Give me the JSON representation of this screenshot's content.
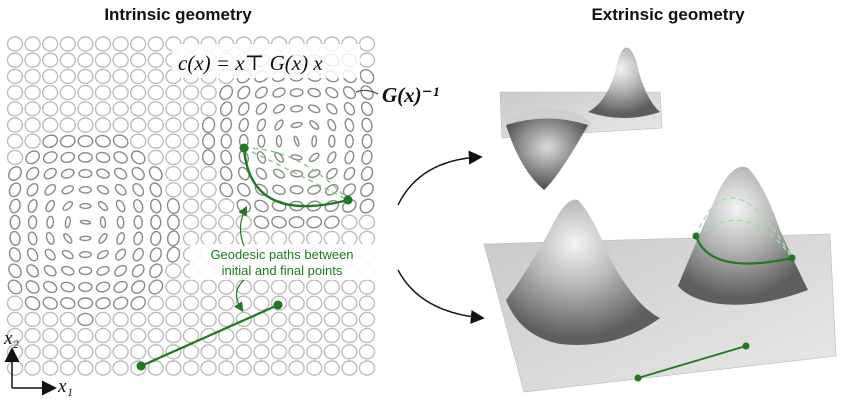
{
  "left_panel": {
    "title": "Intrinsic geometry",
    "cost_label": "c(x) = x⊤ G(x) x",
    "metric_label": "G(x)⁻¹",
    "annotation_line1": "Geodesic paths between",
    "annotation_line2": "initial and final points",
    "axis_x_label": "x₁",
    "axis_y_label": "x₂"
  },
  "right_panel": {
    "title": "Extrinsic geometry"
  },
  "colors": {
    "path_green": "#1f7a1f",
    "ellipse_gray": "#bdbdbd",
    "ellipse_dark": "#8a8a8a",
    "surface_gray": "#9a9a9a"
  },
  "icons": [
    "arrow-right-curved-icon",
    "axis-arrow-icon"
  ]
}
